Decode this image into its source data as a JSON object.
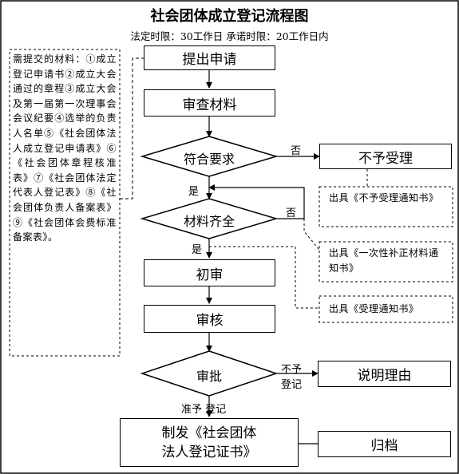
{
  "title": "社会团体成立登记流程图",
  "subtitle": "法定时限：30工作日  承诺时限：20工作日内",
  "materials": "需提交的材料：①成立登记申请书②成立大会通过的章程③成立大会及第一届第一次理事会会议纪要④选举的负责人名单⑤《社会团体法人成立登记申请表》⑥《社会团体章程核准表》⑦《社会团体法定代表人登记表》⑧《社会团体负责人备案表》⑨《社会团体会费标准备案表》。",
  "steps": {
    "submit": "提出申请",
    "review": "审查材料",
    "check": "符合要求",
    "complete": "材料齐全",
    "initial": "初审",
    "audit": "审核",
    "approve": "审批",
    "issue": "制发《社会团体法人登记证书》",
    "issue_line1": "制发《社会团体",
    "issue_line2": "法人登记证书》",
    "reject": "不予受理",
    "explain": "说明理由",
    "archive": "归档"
  },
  "notes": {
    "reject_notice": "出具《不予受理通知书》",
    "supplement_notice": "出具《一次性补正材料通知书》",
    "accept_notice": "出具《受理通知书》"
  },
  "labels": {
    "no": "否",
    "yes": "是",
    "no2": "否",
    "yes2": "是",
    "not_grant_1": "不予",
    "not_grant_2": "登记",
    "grant": "准予 登记"
  }
}
